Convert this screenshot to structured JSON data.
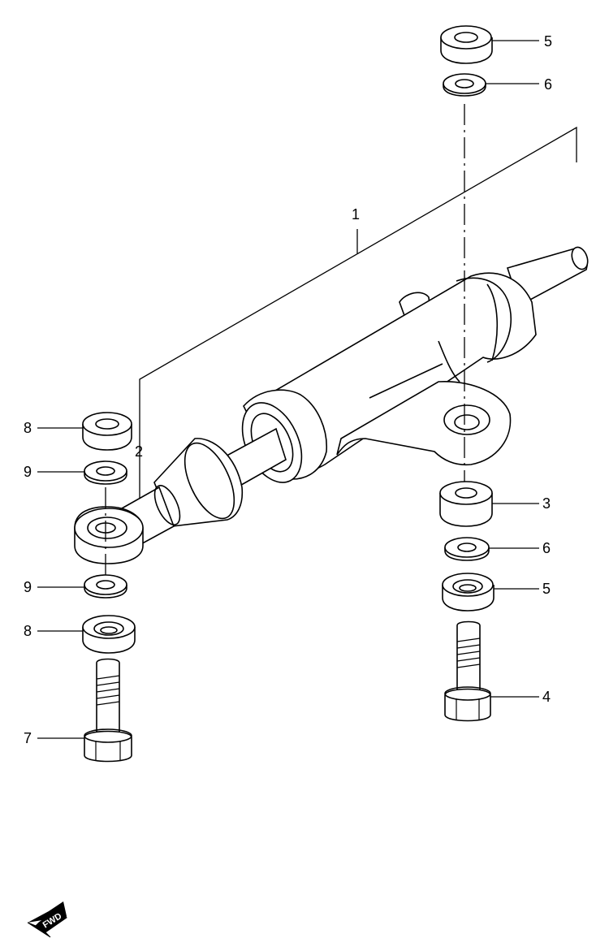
{
  "diagram": {
    "callouts": [
      {
        "id": "c1",
        "label": "1"
      },
      {
        "id": "c2",
        "label": "2"
      },
      {
        "id": "c3",
        "label": "3"
      },
      {
        "id": "c4",
        "label": "4"
      },
      {
        "id": "c5a",
        "label": "5"
      },
      {
        "id": "c5b",
        "label": "5"
      },
      {
        "id": "c6a",
        "label": "6"
      },
      {
        "id": "c6b",
        "label": "6"
      },
      {
        "id": "c7",
        "label": "7"
      },
      {
        "id": "c8a",
        "label": "8"
      },
      {
        "id": "c8b",
        "label": "8"
      },
      {
        "id": "c9a",
        "label": "9"
      },
      {
        "id": "c9b",
        "label": "9"
      }
    ],
    "fwd_label": "FWD",
    "line_color": "#000000",
    "background": "#ffffff"
  }
}
